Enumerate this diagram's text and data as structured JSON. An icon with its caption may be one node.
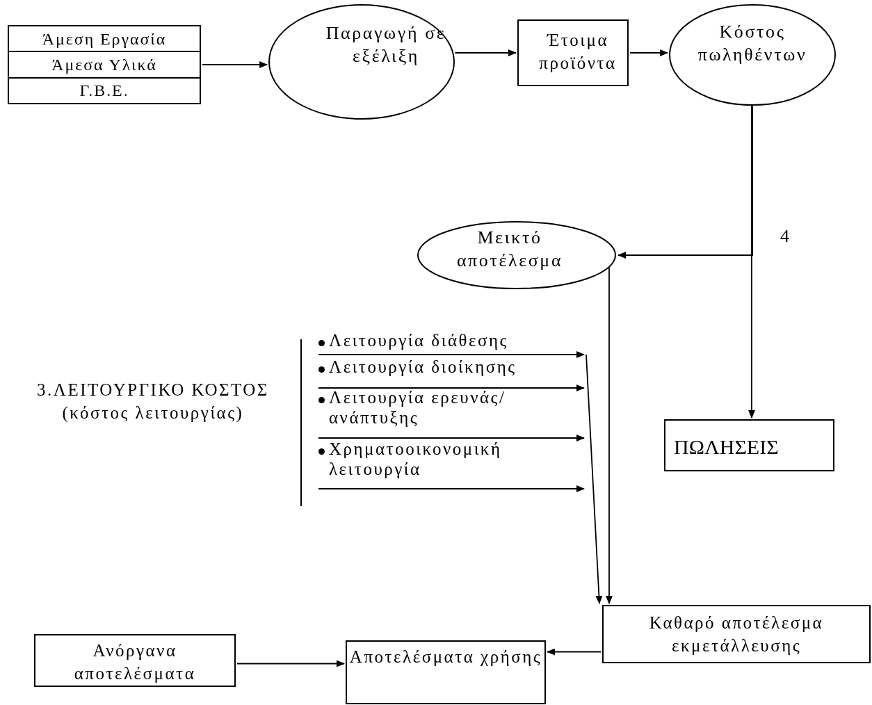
{
  "diagram": {
    "nodes": [
      {
        "text": [
          "Άμεση Εργασία",
          "Άμεσα Υλικά",
          "Γ.Β.Ε."
        ]
      },
      {
        "text": [
          "Παραγωγή σε εξέλιξη"
        ]
      },
      {
        "text": [
          "Έτοιμα προϊόντα"
        ]
      },
      {
        "text": [
          "Κόστος πωληθέντων"
        ]
      },
      {
        "text": [
          "Μεικτό αποτέλεσμα"
        ]
      },
      {
        "text": [
          "ΠΩΛΗΣΕΙΣ"
        ]
      },
      {
        "text": [
          "Λειτουργία διάθεσης"
        ]
      },
      {
        "text": [
          "Λειτουργία διοίκησης"
        ]
      },
      {
        "text": [
          "Λειτουργία ερευνάς/ανάπτυξης"
        ]
      },
      {
        "text": [
          "Χρηματοοικονομική λειτουργία"
        ]
      },
      {
        "text": [
          "Καθαρό αποτέλεσμα εκμετάλλευσης"
        ]
      },
      {
        "text": [
          "Ανόργανα αποτελέσματα"
        ]
      },
      {
        "text": [
          "Αποτελέσματα χρήσης"
        ]
      }
    ],
    "edges": [
      {
        "from": 0,
        "to": 1,
        "arrow": "to"
      },
      {
        "from": 1,
        "to": 2,
        "arrow": "to"
      },
      {
        "from": 2,
        "to": 3,
        "arrow": "to"
      },
      {
        "from": 3,
        "to": 4,
        "arrow": "to"
      },
      {
        "from": 3,
        "to": 5,
        "arrow": "to"
      },
      {
        "from": 4,
        "to": 10,
        "arrow": "to"
      },
      {
        "from": 6,
        "to": null,
        "arrow": "to"
      },
      {
        "from": 7,
        "to": null,
        "arrow": "to"
      },
      {
        "from": 8,
        "to": null,
        "arrow": "to"
      },
      {
        "from": 9,
        "to": null,
        "arrow": "to"
      },
      {
        "from": null,
        "to": 10,
        "arrow": "to"
      },
      {
        "from": 11,
        "to": 12,
        "arrow": "to"
      },
      {
        "from": 10,
        "to": 12,
        "arrow": "to"
      }
    ],
    "labels": [
      "4",
      "3.ΛΕΙΤΟΥΡΓΙΚΟ ΚΟΣΤΟΣ (κόστος λειτουργίας)"
    ]
  }
}
